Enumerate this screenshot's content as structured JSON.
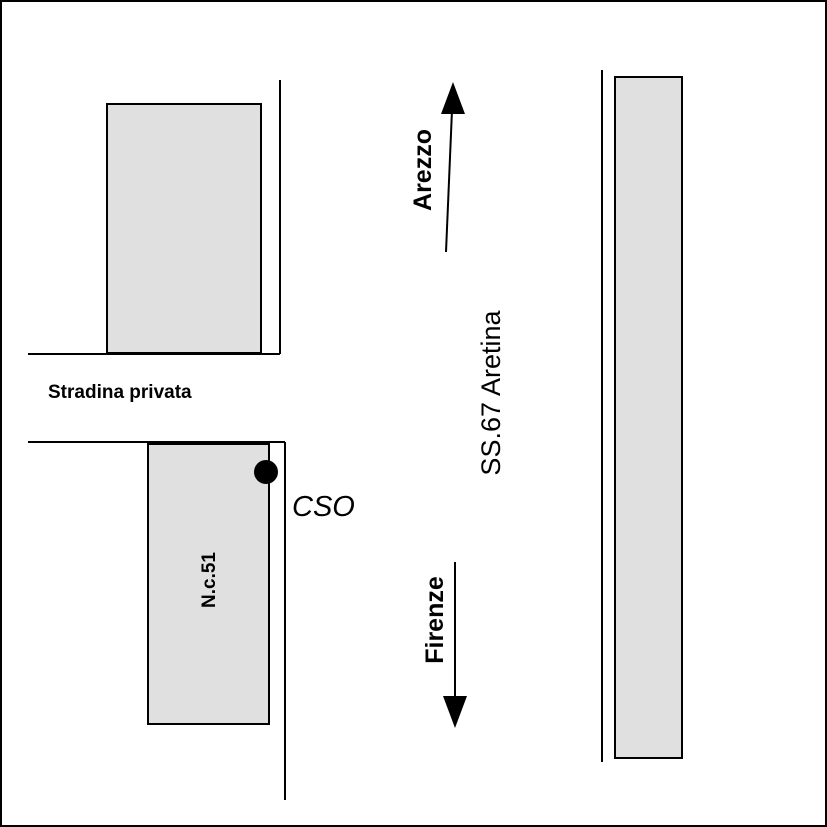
{
  "map": {
    "labels": {
      "side_road": "Stradina privata",
      "main_road": "SS.67 Aretina",
      "north_direction": "Arezzo",
      "south_direction": "Firenze",
      "building_number": "N.c.51",
      "station": "CSO"
    },
    "colors": {
      "building_fill": "#e0e0e0",
      "line": "#000000",
      "background": "#ffffff"
    },
    "icons": {
      "north_arrow": "arrow-up-icon",
      "south_arrow": "arrow-down-icon",
      "station_marker": "filled-circle-marker"
    }
  }
}
